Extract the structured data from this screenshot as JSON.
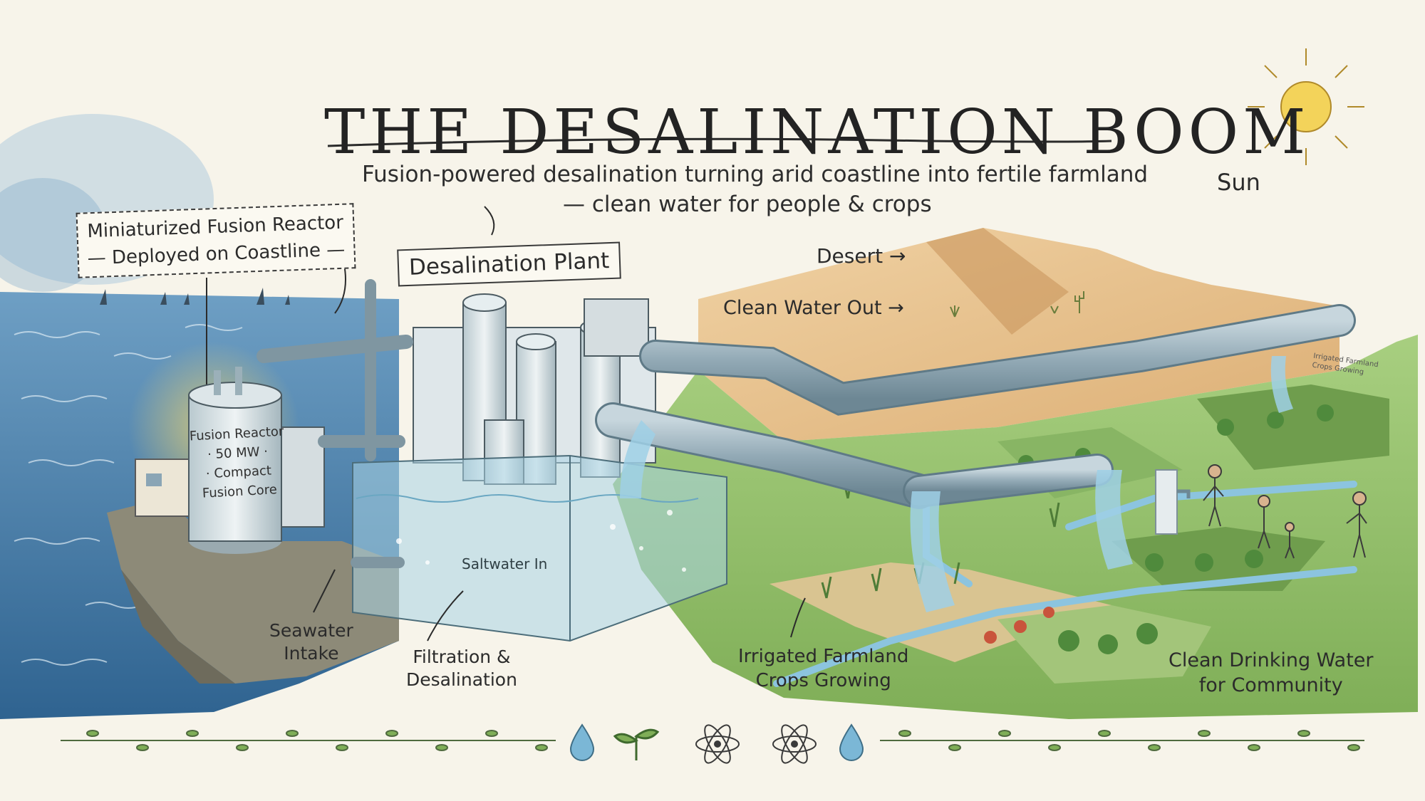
{
  "title": "THE DESALINATION BOOM",
  "subtitle": {
    "line1": "Fusion-powered desalination turning arid coastline into fertile farmland",
    "line2": "— clean water for people & crops"
  },
  "labels": {
    "reactor": {
      "line1": "Miniaturized Fusion Reactor",
      "line2": "— Deployed on Coastline —"
    },
    "plant": "Desalination Plant",
    "sun": "Sun",
    "desert": "Desert →",
    "clean_water_out": "Clean Water Out →",
    "tank": {
      "line1": "Fusion Reactor",
      "line2": "· 50 MW ·",
      "line3": "· Compact",
      "line4": "Fusion Core"
    },
    "saltwater_in": "Saltwater In",
    "seawater_intake": {
      "line1": "Seawater",
      "line2": "Intake"
    },
    "filtration": {
      "line1": "Filtration &",
      "line2": "Desalination"
    },
    "irrigated": {
      "line1": "Irrigated Farmland",
      "line2": "Crops Growing"
    },
    "drinking": {
      "line1": "Clean Drinking Water",
      "line2": "for Community"
    },
    "farm_sign": {
      "line1": "Irrigated Farmland",
      "line2": "Crops Growing"
    }
  },
  "border_icons": [
    "vine-icon",
    "water-drop-icon",
    "sprout-icon",
    "atom-icon",
    "atom-icon",
    "water-drop-icon",
    "vine-icon"
  ],
  "colors": {
    "paper": "#f7f4ea",
    "sea": "#4a7fa8",
    "sand": "#e8c594",
    "grass": "#8dbb66",
    "steel": "#9fb4bf",
    "water": "#8fc3dd",
    "ink": "#2b2b2b",
    "sun": "#f3d35a"
  }
}
